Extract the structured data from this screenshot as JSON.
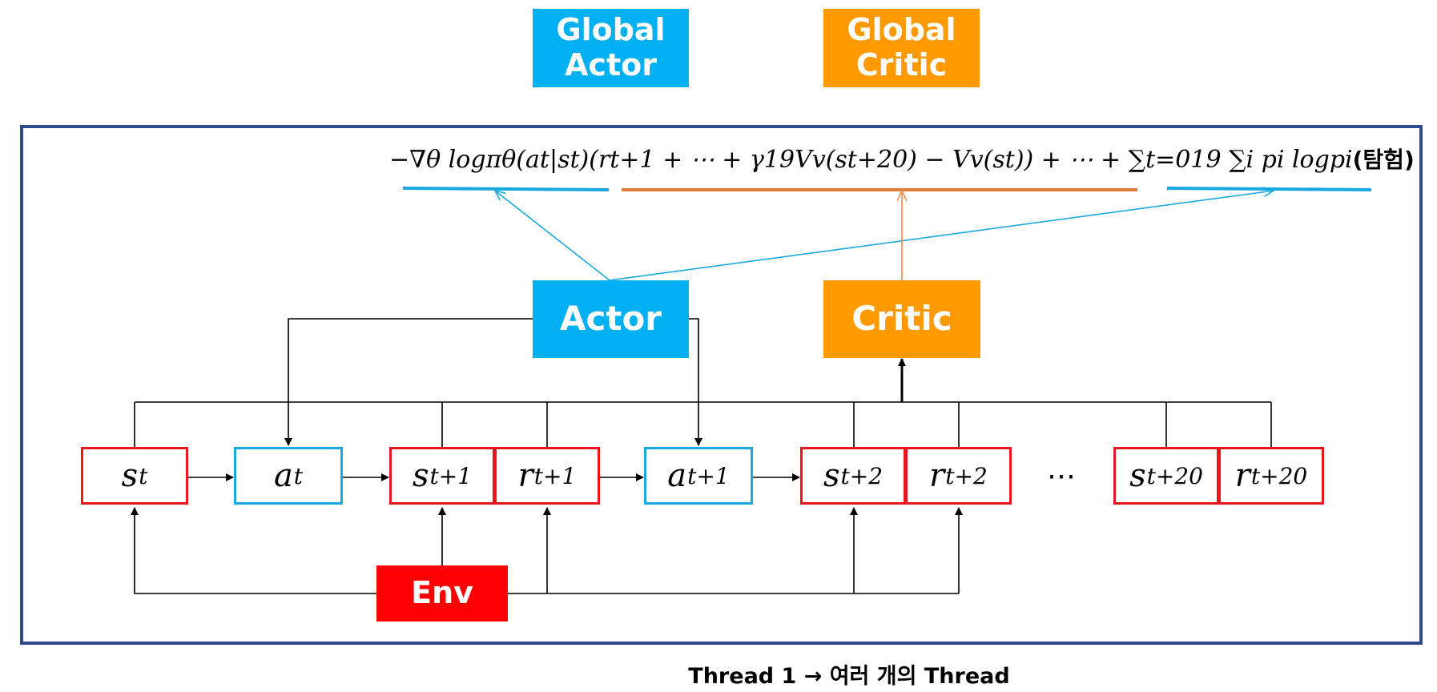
{
  "global_actor": {
    "label": "Global\nActor"
  },
  "global_critic": {
    "label": "Global\nCritic"
  },
  "actor": {
    "label": "Actor"
  },
  "critic": {
    "label": "Critic"
  },
  "env": {
    "label": "Env"
  },
  "formula": {
    "actor_term": "−∇θ logπθ(at|st)",
    "advantage_term": "(rt+1 + ⋯ + γ19Vv(st+20) − Vv(st))",
    "tail": " + ⋯ + ",
    "entropy_term": "∑t=019 ∑i pi logpi",
    "entropy_label": "(탐험)"
  },
  "nodes": [
    {
      "sym": "s",
      "sub": "t"
    },
    {
      "sym": "a",
      "sub": "t"
    },
    {
      "sym": "s",
      "sub": "t+1"
    },
    {
      "sym": "r",
      "sub": "t+1"
    },
    {
      "sym": "a",
      "sub": "t+1"
    },
    {
      "sym": "s",
      "sub": "t+2"
    },
    {
      "sym": "r",
      "sub": "t+2"
    },
    {
      "sym": "s",
      "sub": "t+20"
    },
    {
      "sym": "r",
      "sub": "t+20"
    }
  ],
  "ellipsis": "⋯",
  "caption": "Thread 1 → 여러 개의 Thread",
  "colors": {
    "blue": "#00b0f0",
    "orange": "#ff9900",
    "red": "#ff0000",
    "frame": "#2e4a8c",
    "formula_underline_orange": "#e07b39"
  }
}
